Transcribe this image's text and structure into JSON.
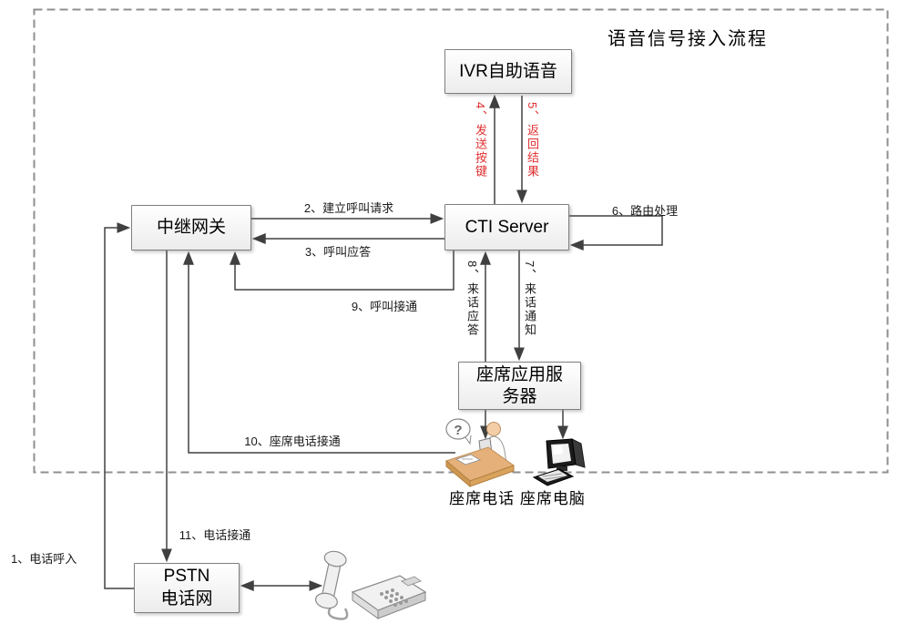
{
  "diagram": {
    "title": "语音信号接入流程",
    "caption_devices": "座席电话 座席电脑"
  },
  "nodes": {
    "ivr": "IVR自助语音",
    "gateway": "中继网关",
    "cti": "CTI Server",
    "agent_server": "座席应用服务器",
    "pstn_line1": "PSTN",
    "pstn_line2": "电话网"
  },
  "edge_labels": {
    "e1": "1、电话呼入",
    "e2": "2、建立呼叫请求",
    "e3": "3、呼叫应答",
    "e4": "4、发送按键",
    "e5": "5、返回结果",
    "e6": "6、路由处理",
    "e7": "7、来话通知",
    "e8": "8、来话应答",
    "e9": "9、呼叫接通",
    "e10": "10、座席电话接通",
    "e11": "11、电话接通"
  },
  "icons": {
    "agent_bubble_text": "?",
    "agent_desk": "agent-at-desk-icon",
    "desktop": "desktop-computer-icon",
    "telephone": "telephone-icon"
  },
  "colors": {
    "line": "#404040",
    "red_label": "#e03030",
    "box_border": "#7f7f7f",
    "dashed_border": "#8f8f8f",
    "desk_tan": "#e5b07a"
  }
}
